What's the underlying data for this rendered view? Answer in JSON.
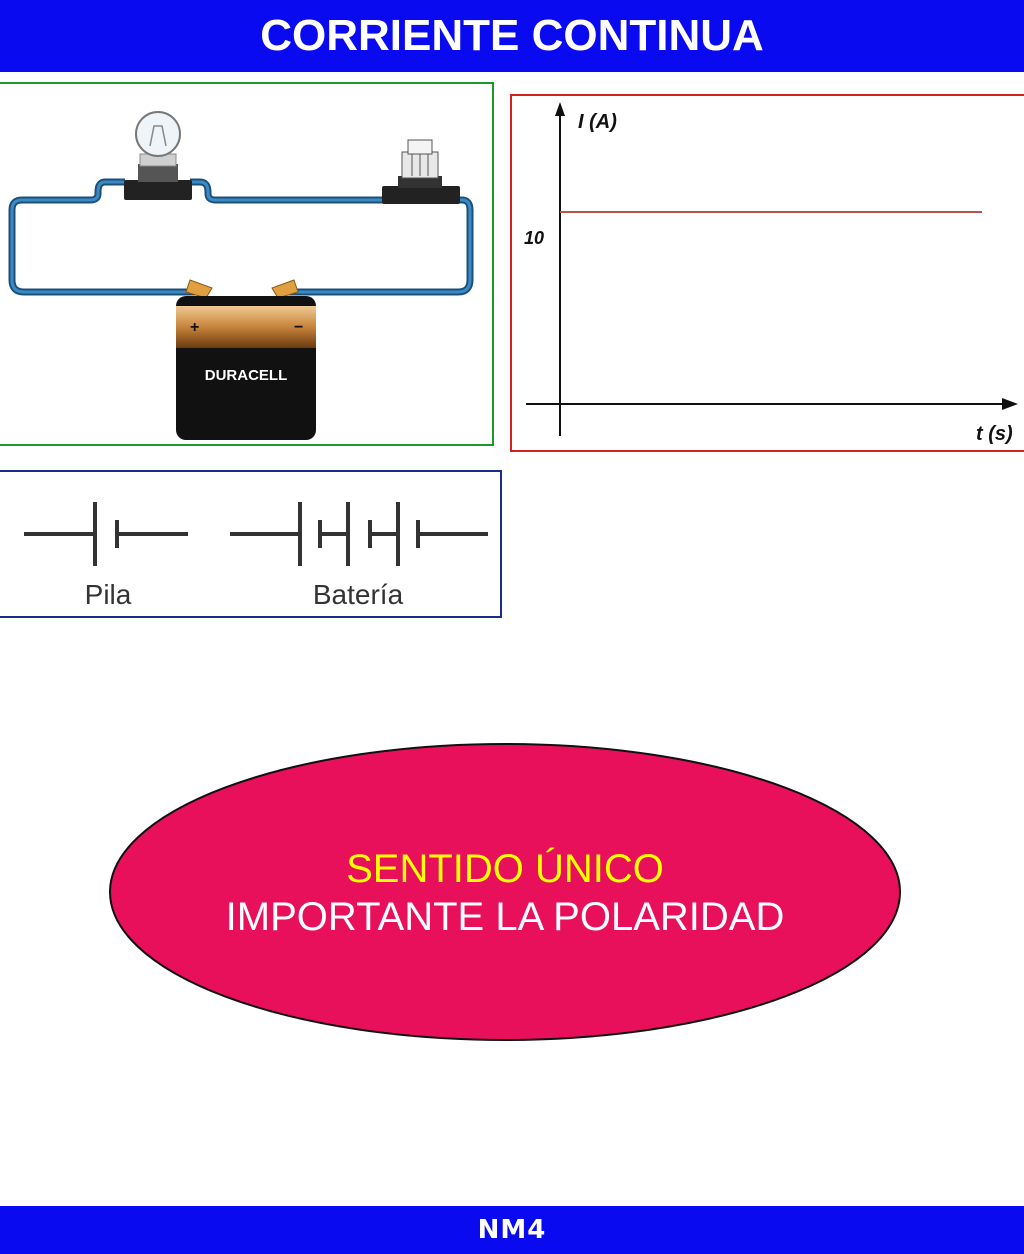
{
  "header": {
    "title": "CORRIENTE CONTINUA"
  },
  "circuit": {
    "battery_brand": "DURACELL",
    "plus_sign": "+",
    "minus_sign": "−"
  },
  "graph": {
    "y_label": "I (A)",
    "x_label": "t (s)",
    "tick_label": "10"
  },
  "chart_data": {
    "type": "line",
    "title": "",
    "xlabel": "t (s)",
    "ylabel": "I (A)",
    "yticks": [
      "10"
    ],
    "series": [
      {
        "x": [
          0,
          1
        ],
        "y": [
          10,
          10
        ],
        "color": "#c0504d"
      }
    ],
    "ylim": [
      0,
      15
    ],
    "xlim": [
      0,
      1
    ]
  },
  "symbols": {
    "cell_label": "Pila",
    "battery_label": "Batería"
  },
  "callout": {
    "line1": "SENTIDO ÚNICO",
    "line2": "IMPORTANTE LA POLARIDAD",
    "fill_color": "#e8105a"
  },
  "footer": {
    "label": "NM4"
  }
}
